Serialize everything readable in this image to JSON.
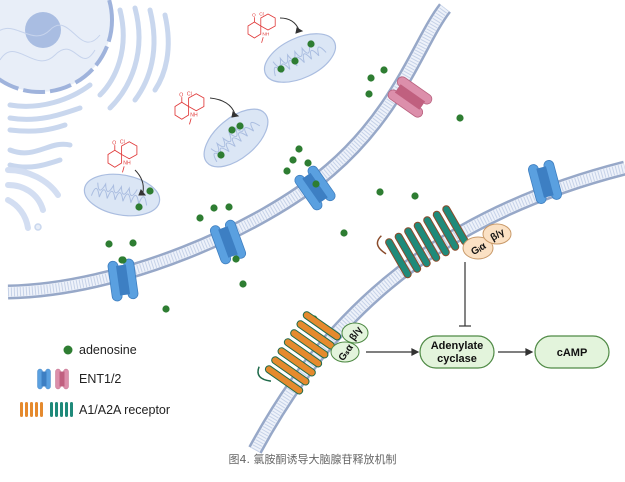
{
  "legend": {
    "adenosine": "adenosine",
    "ent": "ENT1/2",
    "receptor": "A1/A2A receptor"
  },
  "pathway": {
    "adenylate_cyclase_line1": "Adenylate",
    "adenylate_cyclase_line2": "cyclase",
    "camp": "cAMP",
    "gs_alpha": "Gₛα",
    "gi_alpha": "Gᵢα",
    "beta_gamma": "β/γ"
  },
  "molecule": {
    "name": "ketamine",
    "labels": {
      "cl": "Cl",
      "o": "O",
      "nh": "NH"
    }
  },
  "colors": {
    "adenosine": "#2e7d32",
    "ent_blue": "#4a90d9",
    "ent_pink": "#c9678a",
    "receptor_orange": "#e08a2e",
    "receptor_teal": "#1a8a7a",
    "membrane": "#9aaccc",
    "organelle": "#dbe6f5",
    "ketamine": "#e03a3a",
    "box_fill": "#e3f4dc",
    "box_stroke": "#4f8a45",
    "gi_fill": "#fbe1c4"
  },
  "caption": "图4. 氯胺酮诱导大脑腺苷释放机制"
}
